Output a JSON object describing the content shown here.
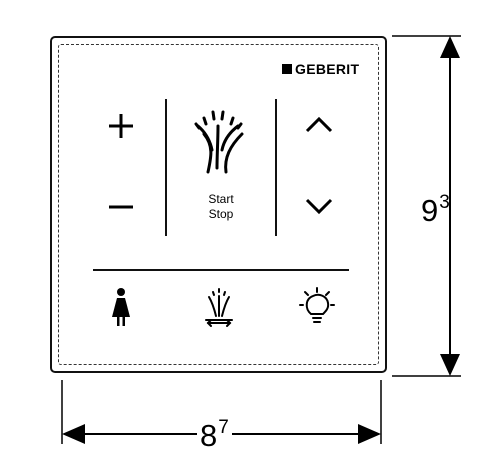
{
  "brand": {
    "name": "GEBERIT"
  },
  "controls": {
    "plus_icon": "plus-icon",
    "minus_icon": "minus-icon",
    "spray_icon": "spray-icon",
    "start_label": "Start",
    "stop_label": "Stop",
    "up_icon": "chevron-up-icon",
    "down_icon": "chevron-down-icon",
    "lady_icon": "lady-shower-icon",
    "position_icon": "spray-position-icon",
    "light_icon": "lightbulb-icon"
  },
  "dimensions": {
    "height": {
      "base": "9",
      "sup": "3"
    },
    "width": {
      "base": "8",
      "sup": "7"
    }
  },
  "colors": {
    "line": "#111111",
    "background": "#ffffff"
  }
}
